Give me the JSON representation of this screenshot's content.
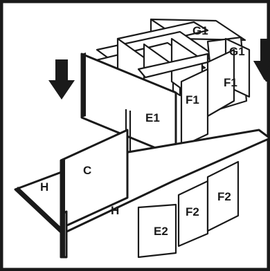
{
  "labels": {
    "g1_top": "G1",
    "g1_side": "G1",
    "f1_right": "F1",
    "f1_mid": "F1",
    "e1": "E1",
    "c": "C",
    "h_left": "H",
    "h_center": "H",
    "f2_right": "F2",
    "f2_mid": "F2",
    "e2": "E2"
  },
  "arrows": {
    "left": "down-arrow-icon",
    "right": "down-arrow-icon"
  },
  "colors": {
    "ink": "#1a1a1a",
    "paper": "#ffffff"
  }
}
